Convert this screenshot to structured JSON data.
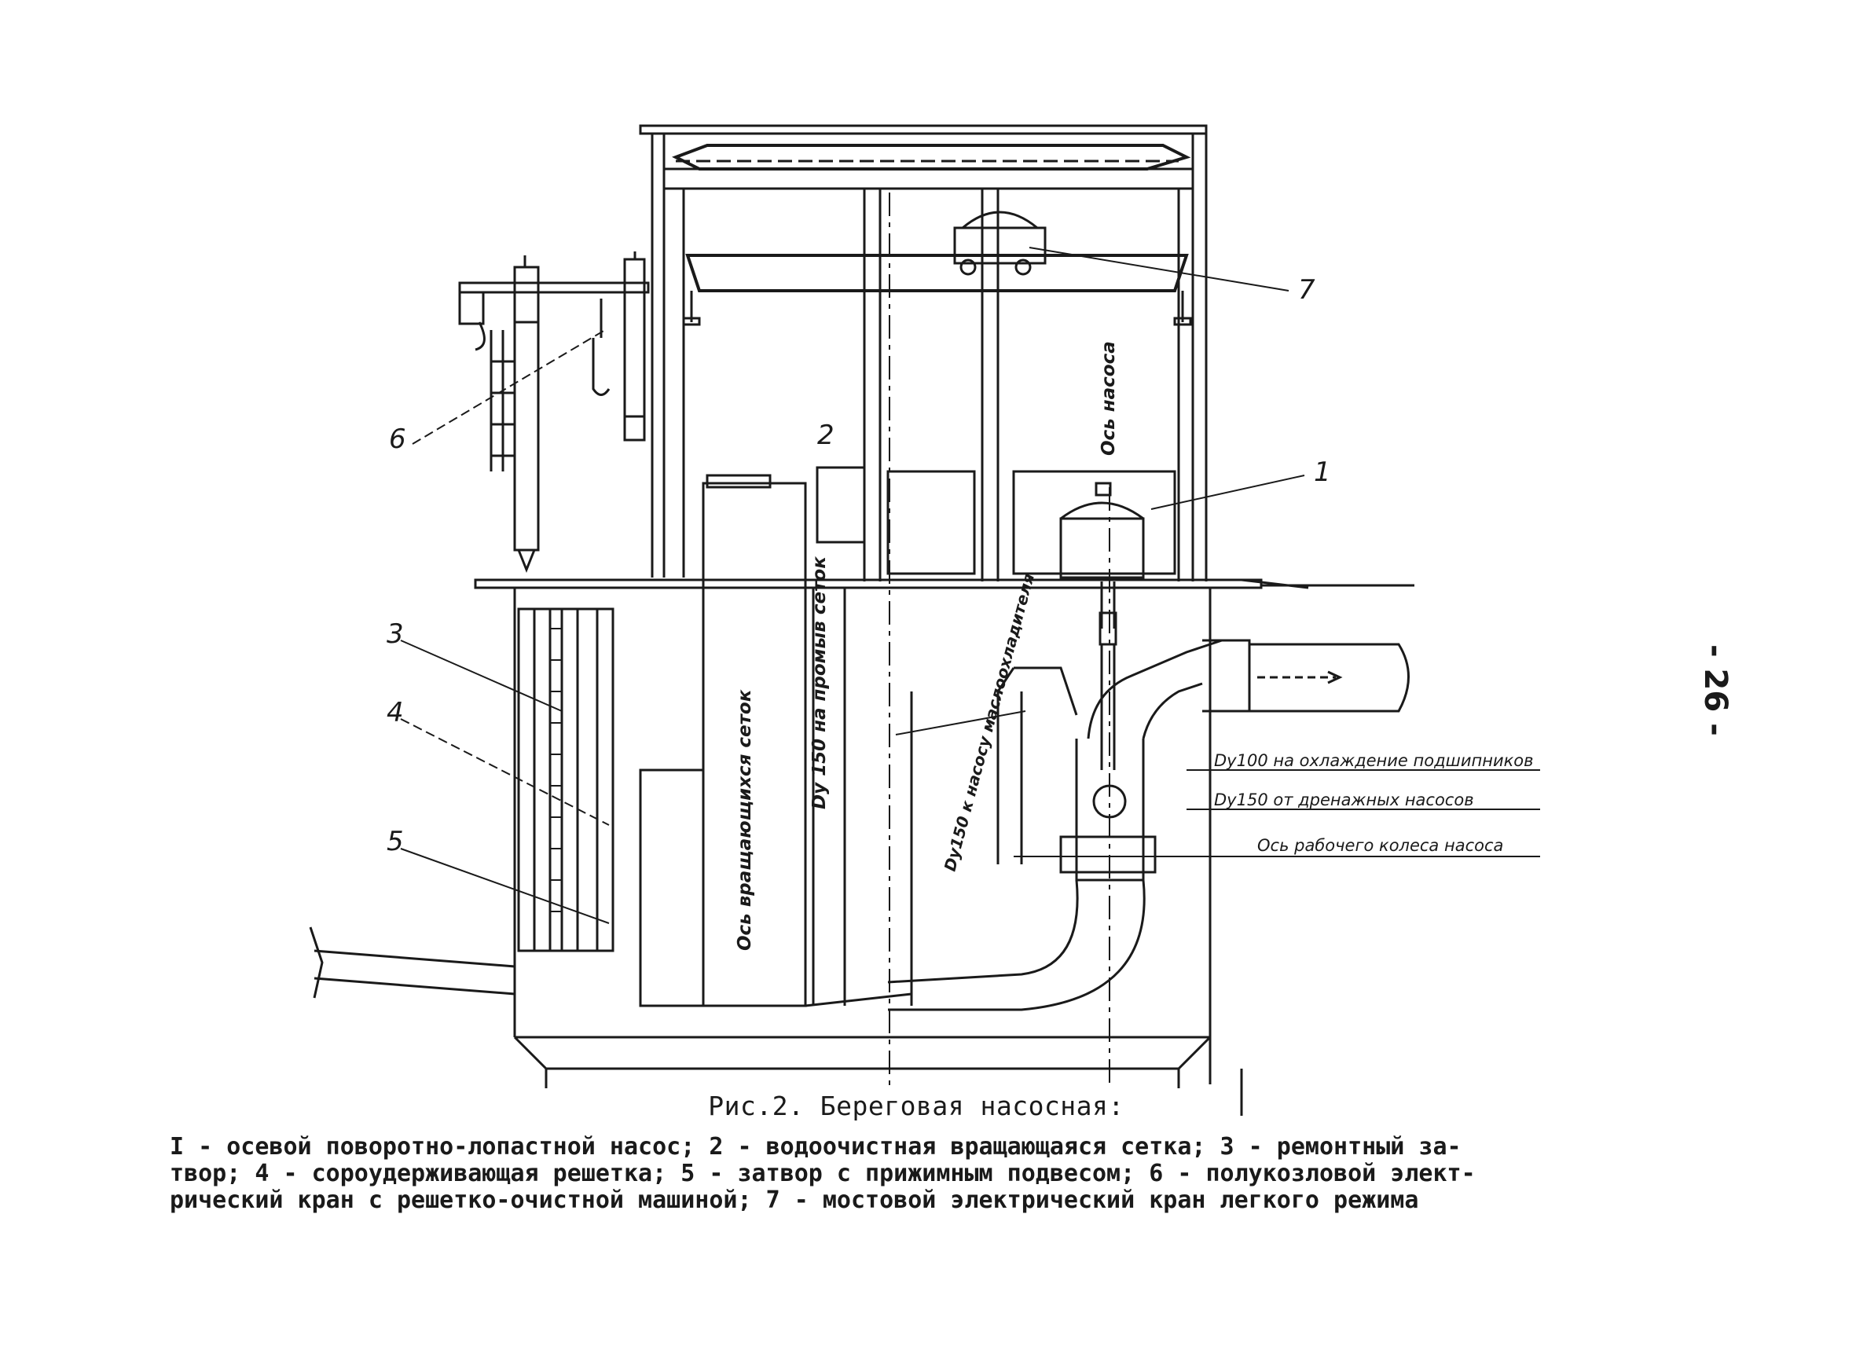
{
  "page_number": "- 26 -",
  "figure": {
    "caption_title": "Рис.2. Береговая насосная:",
    "caption_lines": [
      "I - осевой поворотно-лопастной насос; 2 - водоочистная вращающаяся сетка; 3 - ремонтный за-",
      "твор; 4 - сороудерживающая решетка; 5 - затвор с прижимным подвесом; 6 - полукозловой элект-",
      "рический кран с решетко-очистной машиной; 7 - мостовой электрический кран легкого режима"
    ],
    "callouts": {
      "n1": "1",
      "n2": "2",
      "n3": "3",
      "n4": "4",
      "n5": "5",
      "n6": "6",
      "n7": "7"
    },
    "labels": {
      "pump_axis": "Ось насоса",
      "screen_axis": "Ось вращающихся сеток",
      "wash_pipe": "Dy 150 на промыв сеток",
      "oil_cooler_pipe": "Dy150 к насосу маслоохладителя",
      "bearing_cooling": "Dy100 на охлаждение подшипников",
      "drain_pumps": "Dy150 от дренажных насосов",
      "impeller_axis": "Ось рабочего колеса насоса"
    }
  }
}
